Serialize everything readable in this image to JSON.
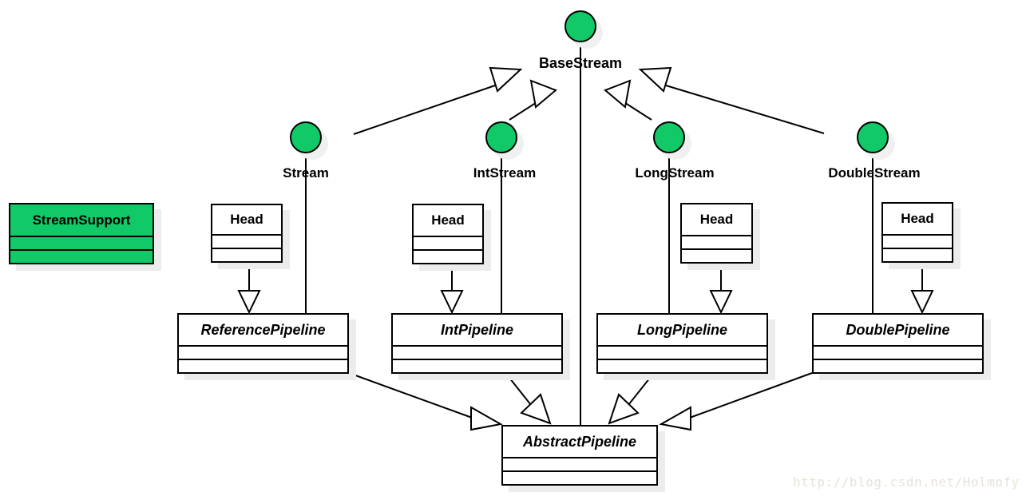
{
  "diagram": {
    "type": "uml-class-diagram",
    "subject": "Java Stream API pipeline hierarchy",
    "colors": {
      "interface_green": "#11C967",
      "line": "#000000",
      "shadow": "#ECECEC",
      "watermark": "#E6E3D9"
    },
    "interfaces": {
      "base_stream": {
        "label": "BaseStream"
      },
      "stream": {
        "label": "Stream"
      },
      "int_stream": {
        "label": "IntStream"
      },
      "long_stream": {
        "label": "LongStream"
      },
      "double_stream": {
        "label": "DoubleStream"
      }
    },
    "classes": {
      "stream_support": {
        "label": "StreamSupport"
      },
      "heads": [
        {
          "label": "Head"
        },
        {
          "label": "Head"
        },
        {
          "label": "Head"
        },
        {
          "label": "Head"
        }
      ],
      "reference_pipeline": {
        "label": "ReferencePipeline"
      },
      "int_pipeline": {
        "label": "IntPipeline"
      },
      "long_pipeline": {
        "label": "LongPipeline"
      },
      "double_pipeline": {
        "label": "DoublePipeline"
      },
      "abstract_pipeline": {
        "label": "AbstractPipeline"
      }
    },
    "relations": [
      "Stream --|> BaseStream",
      "IntStream --|> BaseStream",
      "LongStream --|> BaseStream",
      "DoubleStream --|> BaseStream",
      "Head --|> ReferencePipeline",
      "Head --|> IntPipeline",
      "Head --|> LongPipeline",
      "Head --|> DoublePipeline",
      "ReferencePipeline --|> AbstractPipeline",
      "IntPipeline --|> AbstractPipeline",
      "LongPipeline --|> AbstractPipeline",
      "DoublePipeline --|> AbstractPipeline"
    ],
    "watermark": {
      "text": "http://blog.csdn.net/Holmofy"
    }
  }
}
